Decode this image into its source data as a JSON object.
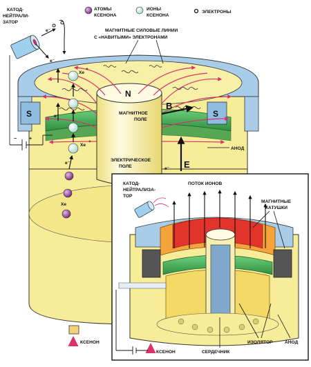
{
  "legend": {
    "cathode": [
      "КАТОД-",
      "НЕЙТРАЛИ-",
      "ЗАТОР"
    ],
    "atoms": [
      "АТОМЫ",
      "КСЕНОНА"
    ],
    "ions": [
      "ИОНЫ",
      "КСЕНОНА"
    ],
    "electrons": "ЭЛЕКТРОНЫ"
  },
  "main": {
    "field_lines_label": [
      "МАГНИТНЫЕ СИЛОВЫЕ ЛИНИИ",
      "С «НАВИТЫМИ» ЭЛЕКТРОНАМИ"
    ],
    "north": "N",
    "south_left": "S",
    "south_right": "S",
    "magnetic_field": [
      "МАГНИТНОЕ",
      "ПОЛЕ"
    ],
    "b_vector": "B",
    "electric_field": [
      "ЭЛЕКТРИЧЕСКОЕ",
      "ПОЛЕ"
    ],
    "e_vector": "E",
    "anode": "АНОД",
    "xenon_inlet": "КСЕНОН",
    "xe_ion_top": "Xe",
    "xe_ion_mid": "Xe",
    "xe_atom": "Xe",
    "electron_symbol": "e⁻",
    "ion_sign": "+",
    "minus": "−",
    "plus": "+"
  },
  "inset": {
    "cathode": [
      "КАТОД-",
      "НЕЙТРАЛИЗА-",
      "ТОР"
    ],
    "ion_flow": "ПОТОК ИОНОВ",
    "coils": [
      "МАГНИТНЫЕ",
      "КАТУШКИ"
    ],
    "xenon": "КСЕНОН",
    "core": "СЕРДЕЧНИК",
    "insulator": "ИЗОЛЯТОР",
    "anode": "АНОД"
  },
  "colors": {
    "body_yellow": "#f7ed98",
    "rim_blue": "#a9cde8",
    "field_line": "#d8336a",
    "green_ring": "#3cae54",
    "atom_purple": "#8a3d93",
    "ion_teal": "#d9f2ea",
    "orange": "#f4a43a",
    "red": "#e2342b"
  }
}
